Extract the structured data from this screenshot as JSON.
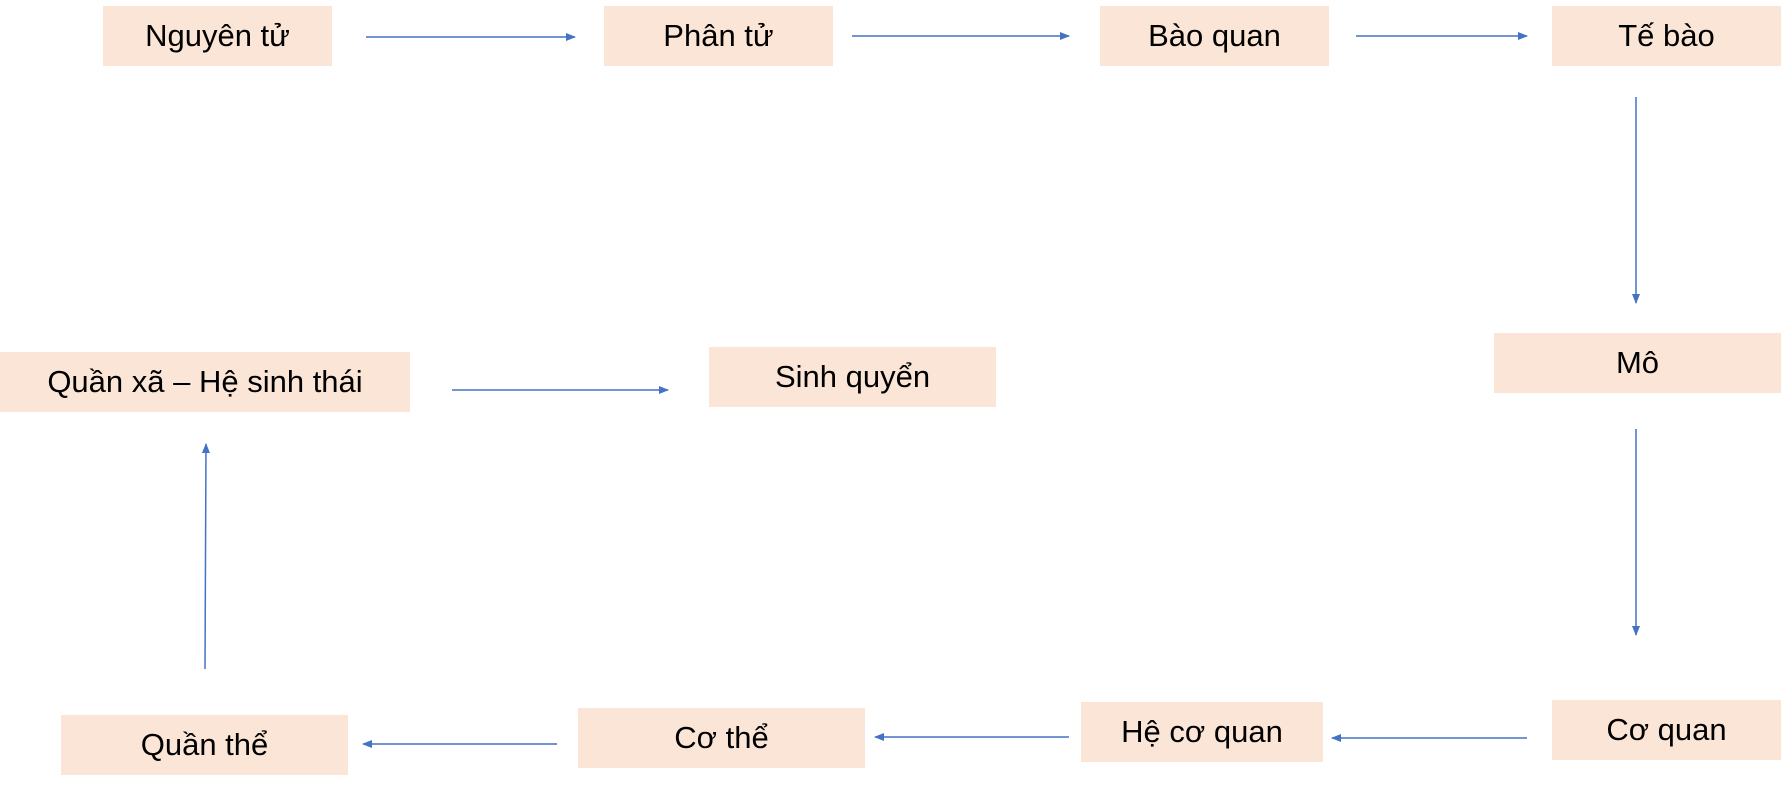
{
  "colors": {
    "node_fill": "#fbe5d6",
    "arrow": "#4472c4",
    "text": "#000000",
    "background": "#ffffff"
  },
  "nodes": [
    {
      "id": "nguyen-tu",
      "label": "Nguyên tử"
    },
    {
      "id": "phan-tu",
      "label": "Phân tử"
    },
    {
      "id": "bao-quan",
      "label": "Bào quan"
    },
    {
      "id": "te-bao",
      "label": "Tế bào"
    },
    {
      "id": "mo",
      "label": "Mô"
    },
    {
      "id": "co-quan",
      "label": "Cơ quan"
    },
    {
      "id": "he-co-quan",
      "label": "Hệ cơ quan"
    },
    {
      "id": "co-the",
      "label": "Cơ thể"
    },
    {
      "id": "quan-the",
      "label": "Quần thể"
    },
    {
      "id": "quan-xa-he-sinh-thai",
      "label": "Quần xã – Hệ sinh thái"
    },
    {
      "id": "sinh-quyen",
      "label": "Sinh quyển"
    }
  ],
  "edges": [
    {
      "from": "nguyen-tu",
      "to": "phan-tu"
    },
    {
      "from": "phan-tu",
      "to": "bao-quan"
    },
    {
      "from": "bao-quan",
      "to": "te-bao"
    },
    {
      "from": "te-bao",
      "to": "mo"
    },
    {
      "from": "mo",
      "to": "co-quan"
    },
    {
      "from": "co-quan",
      "to": "he-co-quan"
    },
    {
      "from": "he-co-quan",
      "to": "co-the"
    },
    {
      "from": "co-the",
      "to": "quan-the"
    },
    {
      "from": "quan-the",
      "to": "quan-xa-he-sinh-thai"
    },
    {
      "from": "quan-xa-he-sinh-thai",
      "to": "sinh-quyen"
    }
  ]
}
